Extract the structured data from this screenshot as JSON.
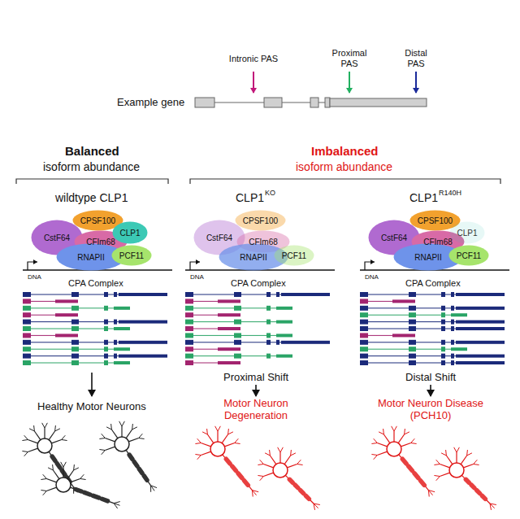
{
  "diagram": {
    "nodes": [
      {
        "text": [
          "CPSF100"
        ]
      },
      {
        "text": [
          "CstF64"
        ]
      },
      {
        "text": [
          "CFIm68"
        ]
      },
      {
        "text": [
          "CLP1"
        ]
      },
      {
        "text": [
          "RNAPII"
        ]
      },
      {
        "text": [
          "PCF11"
        ]
      },
      {
        "text": [
          "CPSF100"
        ]
      },
      {
        "text": [
          "CstF64"
        ]
      },
      {
        "text": [
          "CFIm68"
        ]
      },
      {
        "text": [
          "RNAPII"
        ]
      },
      {
        "text": [
          "PCF11"
        ]
      },
      {
        "text": [
          "CPSF100"
        ]
      },
      {
        "text": [
          "CstF64"
        ]
      },
      {
        "text": [
          "CFIm68"
        ]
      },
      {
        "text": [
          "CLP1"
        ]
      },
      {
        "text": [
          "RNAPII"
        ]
      },
      {
        "text": [
          "PCF11"
        ]
      }
    ],
    "labels": [
      "Intronic PAS",
      "Proximal PAS",
      "Distal PAS",
      "Example gene",
      "Balanced",
      "isoform abundance",
      "Imbalanced",
      "isoform abundance",
      "wildtype CLP1",
      "CLP1",
      "KO",
      "CLP1",
      "R140H",
      "DNA",
      "CPA Complex",
      "DNA",
      "CPA Complex",
      "DNA",
      "CPA Complex",
      "Proximal Shift",
      "Distal Shift",
      "Healthy Motor Neurons",
      "Motor Neuron Degeneration",
      "Motor Neuron Disease (PCH10)"
    ]
  }
}
